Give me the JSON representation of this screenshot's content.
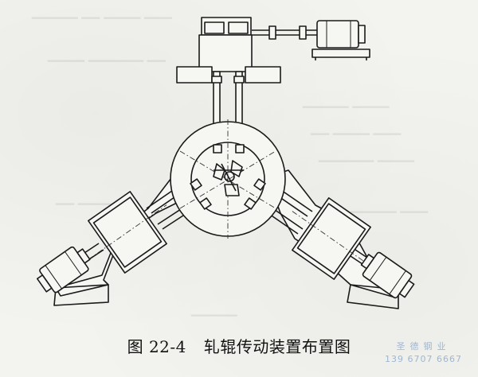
{
  "figure": {
    "number": "图 22-4",
    "title": "轧辊传动装置布置图"
  },
  "watermark": {
    "name": "圣德钢业",
    "phone": "139 6707 6667"
  },
  "colors": {
    "ink": "#1a1a1a",
    "paper": "#f3f3ef",
    "watermark": "#9fb7cf"
  }
}
